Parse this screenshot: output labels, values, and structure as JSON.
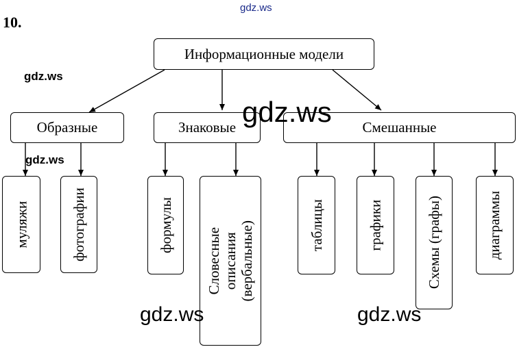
{
  "problem_number": "10.",
  "root": "Информационные модели",
  "categories": [
    "Образные",
    "Знаковые",
    "Смешанные"
  ],
  "leaves": {
    "obraznye": [
      "муляжи",
      "фотографии"
    ],
    "znakovye": [
      "формулы",
      "Словесные описания\n(вербальные)"
    ],
    "smeshannye": [
      "таблицы",
      "графики",
      "Схемы (графы)",
      "диаграммы"
    ]
  },
  "watermarks": {
    "top": "gdz.ws",
    "left_upper": "gdz.ws",
    "left_lower": "gdz.ws",
    "center_big": "gdz.ws",
    "bottom_left": "gdz.ws",
    "bottom_right": "gdz.ws"
  }
}
